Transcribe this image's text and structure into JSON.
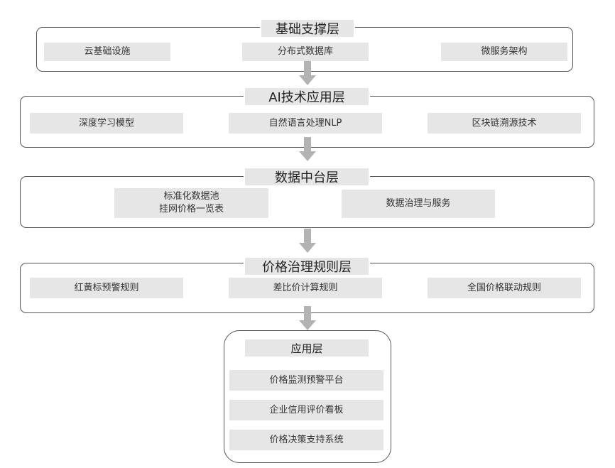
{
  "layers": {
    "foundation": {
      "title": "基础支撑层",
      "items": [
        "云基础设施",
        "分布式数据库",
        "微服务架构"
      ]
    },
    "ai": {
      "title": "AI技术应用层",
      "items": [
        "深度学习模型",
        "自然语言处理NLP",
        "区块链溯源技术"
      ]
    },
    "data_platform": {
      "title": "数据中台层",
      "items": [
        {
          "line1": "标准化数据池",
          "line2": "挂网价格一览表"
        },
        "数据治理与服务"
      ]
    },
    "rules": {
      "title": "价格治理规则层",
      "items": [
        "红黄标预警规则",
        "差比价计算规则",
        "全国价格联动规则"
      ]
    },
    "application": {
      "title": "应用层",
      "items": [
        "价格监测预警平台",
        "企业信用评价看板",
        "价格决策支持系统"
      ]
    }
  },
  "colors": {
    "box_fill": "#e6e6e6",
    "border": "#555555",
    "arrow": "#b3b3b3"
  }
}
